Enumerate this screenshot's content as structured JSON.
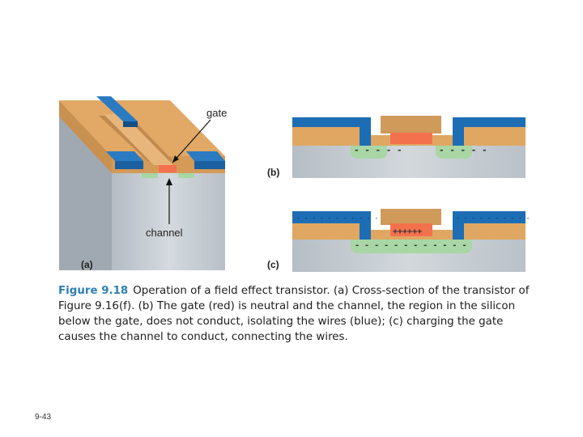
{
  "figure": {
    "labels": {
      "gate": "gate",
      "channel": "channel",
      "panel_a": "(a)",
      "panel_b": "(b)",
      "panel_c": "(c)"
    },
    "caption": {
      "number": "Figure 9.18",
      "text": "Operation of a field effect transistor. (a) Cross-section of the transistor of Figure 9.16(f). (b) The gate (red) is neutral and the channel, the region in the silicon below the gate, does not conduct, isolating the wires (blue); (c) charging the gate causes the channel to conduct, connecting the wires."
    },
    "colors": {
      "silicon": "#c5ccd2",
      "oxide": "#e0a762",
      "wire": "#1d6db5",
      "gate": "#f4714e",
      "doped": "#a8d6a4",
      "caption_accent": "#2f7fb5"
    }
  },
  "page": {
    "number": "9-43"
  }
}
